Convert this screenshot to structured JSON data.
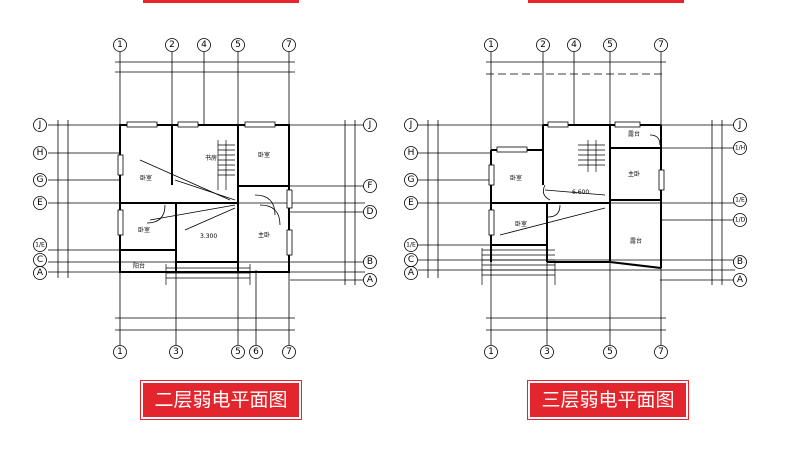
{
  "left_plan": {
    "caption": "二层弱电平面图",
    "top_axes": [
      "1",
      "2",
      "4",
      "5",
      "7"
    ],
    "bottom_axes": [
      "1",
      "3",
      "5",
      "6",
      "7"
    ],
    "left_axes": [
      "J",
      "H",
      "G",
      "E",
      "1/E",
      "C",
      "A"
    ],
    "right_axes": [
      "J",
      "F",
      "D",
      "B",
      "A"
    ],
    "room_labels": [
      "卧室",
      "书房",
      "卧室",
      "卧室",
      "主卧",
      "阳台",
      "3.300"
    ]
  },
  "right_plan": {
    "caption": "三层弱电平面图",
    "top_axes": [
      "1",
      "2",
      "4",
      "5",
      "7"
    ],
    "bottom_axes": [
      "1",
      "3",
      "5",
      "7"
    ],
    "left_axes": [
      "J",
      "H",
      "G",
      "E",
      "1/E",
      "C",
      "A"
    ],
    "right_axes": [
      "J",
      "1/H",
      "1/E",
      "1/D",
      "B",
      "A"
    ],
    "room_labels": [
      "露台",
      "卧室",
      "主卧",
      "卧室",
      "6.600",
      "露台"
    ]
  },
  "colors": {
    "accent": "#e3262d",
    "line": "#000000"
  }
}
